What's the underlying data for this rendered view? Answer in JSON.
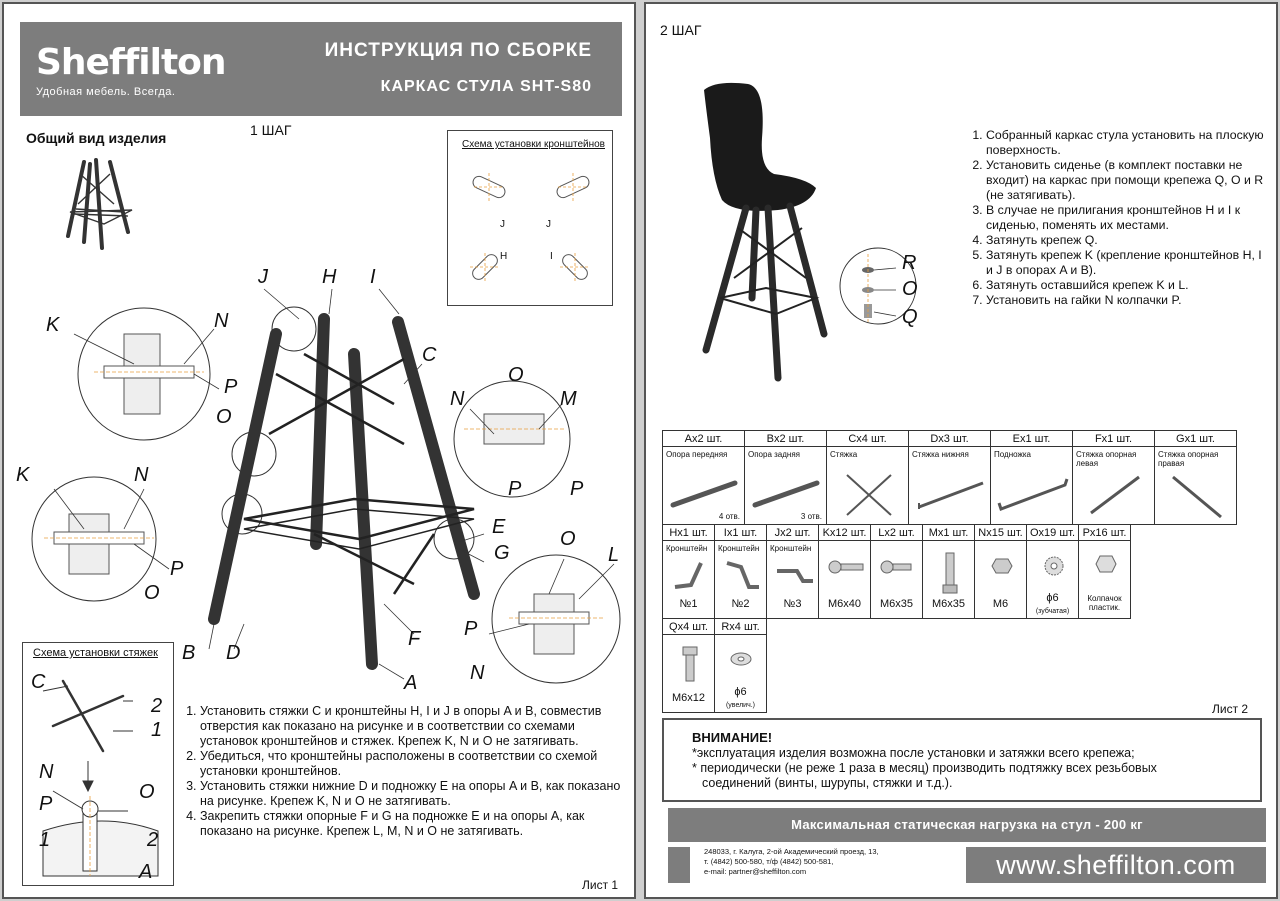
{
  "sheet1": {
    "brand": "Sheffilton",
    "tagline": "Удобная мебель. Всегда.",
    "title": "ИНСТРУКЦИЯ ПО СБОРКЕ",
    "subtitle": "КАРКАС СТУЛА SHT-S80",
    "general_view": "Общий вид изделия",
    "step": "1 ШАГ",
    "bracket_schema_title": "Схема установки кронштейнов",
    "bracket_labels": [
      "J",
      "J",
      "H",
      "I"
    ],
    "ties_schema_title": "Схема установки стяжек",
    "callouts": [
      "J",
      "H",
      "I",
      "K",
      "N",
      "P",
      "O",
      "C",
      "O",
      "M",
      "N",
      "P",
      "P",
      "K",
      "N",
      "P",
      "O",
      "E",
      "G",
      "O",
      "L",
      "P",
      "N",
      "B",
      "D",
      "F",
      "A"
    ],
    "ties_labels": [
      "C",
      "2",
      "1",
      "N",
      "O",
      "P",
      "1",
      "2",
      "A"
    ],
    "instructions": [
      "Установить стяжки C и кронштейны H,  I и J в опоры A и B, совместив отверстия как показано на рисунке и в соответствии со схемами установок кронштейнов и стяжек. Крепеж K, N и O не затягивать.",
      "Убедиться, что кронштейны расположены в соответствии со схемой установки кронштейнов.",
      "Установить стяжки нижние D и подножку E на опоры A и B, как показано на рисунке. Крепеж K, N и O не затягивать.",
      "Закрепить стяжки опорные F и G на подножке E и на опоры A, как показано на рисунке. Крепеж L, M, N и O не затягивать."
    ],
    "sheet_label": "Лист 1"
  },
  "sheet2": {
    "step": "2 ШАГ",
    "seat_labels": [
      "R",
      "O",
      "Q"
    ],
    "instructions": [
      "Собранный каркас стула установить на плоскую поверхность.",
      "Установить сиденье (в комплект поставки не входит) на каркас при помощи крепежа Q, O и R (не затягивать).",
      "В случае не прилигания кронштейнов H и I к сиденью, поменять их местами.",
      "Затянуть крепеж Q.",
      "Затянуть крепеж K (крепление кронштейнов H, I и J в опорах A и B).",
      "Затянуть оставшийся крепеж K и L.",
      "Установить на гайки N колпачки P."
    ],
    "parts_row1": [
      {
        "head": "Ax2 шт.",
        "name": "Опора передняя",
        "note": "4 отв."
      },
      {
        "head": "Bx2 шт.",
        "name": "Опора задняя",
        "note": "3 отв."
      },
      {
        "head": "Cx4 шт.",
        "name": "Стяжка",
        "note": ""
      },
      {
        "head": "Dx3 шт.",
        "name": "Стяжка нижняя",
        "note": ""
      },
      {
        "head": "Ex1 шт.",
        "name": "Подножка",
        "note": ""
      },
      {
        "head": "Fx1 шт.",
        "name": "Стяжка опорная левая",
        "note": ""
      },
      {
        "head": "Gx1 шт.",
        "name": "Стяжка опорная правая",
        "note": ""
      }
    ],
    "parts_row2": [
      {
        "head": "Hx1 шт.",
        "name": "Кронштейн",
        "size": "№1",
        "sub": ""
      },
      {
        "head": "Ix1 шт.",
        "name": "Кронштейн",
        "size": "№2",
        "sub": ""
      },
      {
        "head": "Jx2 шт.",
        "name": "Кронштейн",
        "size": "№3",
        "sub": ""
      },
      {
        "head": "Kx12 шт.",
        "name": "",
        "size": "M6x40",
        "sub": ""
      },
      {
        "head": "Lx2 шт.",
        "name": "",
        "size": "M6x35",
        "sub": ""
      },
      {
        "head": "Mx1 шт.",
        "name": "",
        "size": "M6x35",
        "sub": ""
      },
      {
        "head": "Nx15 шт.",
        "name": "",
        "size": "M6",
        "sub": ""
      },
      {
        "head": "Ox19 шт.",
        "name": "",
        "size": "ɸ6",
        "sub": "(зубчатая)"
      },
      {
        "head": "Px16 шт.",
        "name": "",
        "size": "Колпачок пластик.",
        "sub": ""
      }
    ],
    "parts_row3": [
      {
        "head": "Qx4 шт.",
        "size": "M6x12",
        "sub": ""
      },
      {
        "head": "Rx4 шт.",
        "size": "ɸ6",
        "sub": "(увелич.)"
      }
    ],
    "sheet_label": "Лист 2",
    "warning_title": "ВНИМАНИЕ!",
    "warning_lines": [
      "*эксплуатация изделия возможна после установки и затяжки всего крепежа;",
      "* периодически (не реже 1 раза в месяц) производить подтяжку всех резьбовых",
      "  соединений (винты, шурупы, стяжки и т.д.)."
    ],
    "max_load": "Максимальная статическая нагрузка на стул - 200 кг",
    "address_lines": [
      "248033, г. Калуга, 2-ой Академический проезд, 13,",
      "т. (4842) 500-580, т/ф (4842) 500-581,",
      "e-mail: partner@sheffilton.com"
    ],
    "website": "www.sheffilton.com"
  },
  "colors": {
    "header_gray": "#7d7d7d",
    "orange": "#e8a040",
    "frame": "#444444"
  }
}
